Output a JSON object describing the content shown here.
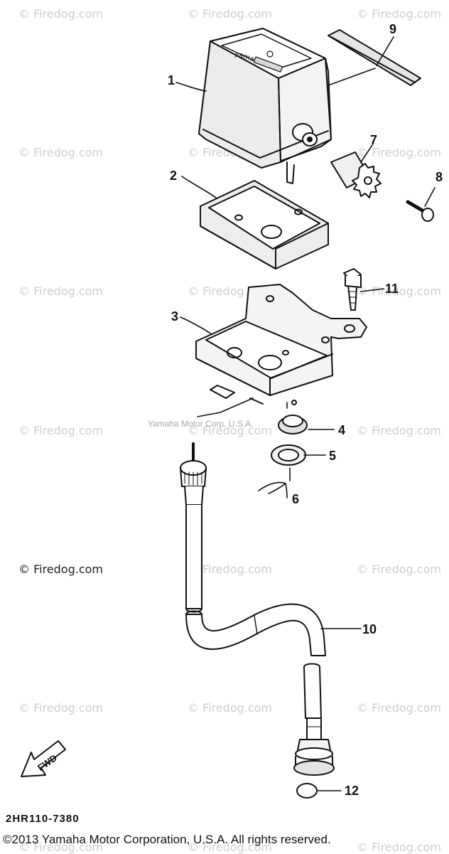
{
  "watermarks": {
    "text": "© Firedog.com",
    "rows": [
      {
        "positions": [
          "c1",
          "c2",
          "c3"
        ]
      },
      {
        "positions": [
          "c1",
          "c2",
          "c3"
        ]
      },
      {
        "positions": [
          "c1",
          "c2",
          "c3"
        ]
      },
      {
        "positions": [
          "c1",
          "c2",
          "c3"
        ]
      },
      {
        "positions": [
          "c1",
          "c2",
          "c3"
        ]
      },
      {
        "positions": [
          "c1",
          "c2",
          "c3"
        ]
      },
      {
        "positions": [
          "c1",
          "c2",
          "c3"
        ]
      }
    ]
  },
  "callouts": [
    "1",
    "2",
    "3",
    "4",
    "5",
    "6",
    "7",
    "8",
    "9",
    "10",
    "11",
    "12"
  ],
  "part_code": "2HR110-7380",
  "fwd_label": "FWD",
  "corp_mark": "Yamaha Motor Corp. U.S.A.",
  "copyright": "©2013 Yamaha Motor Corporation, U.S.A. All rights reserved."
}
